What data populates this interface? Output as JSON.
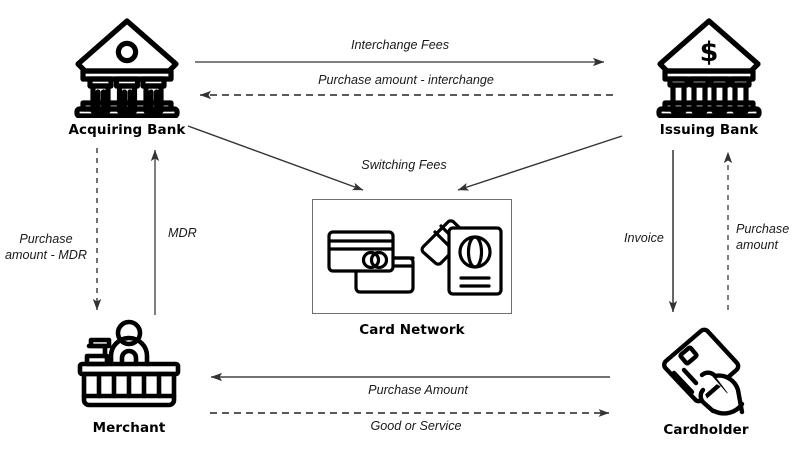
{
  "diagram": {
    "title": "Payment transaction flow between acquiring bank, issuing bank, card network, merchant and cardholder",
    "background_color": "#ffffff",
    "line_color": "#333333",
    "box_border_color": "#6f6f6f",
    "text_color": "#000000"
  },
  "nodes": {
    "acquiring_bank": {
      "label": "Acquiring Bank",
      "icon": "bank-columns-icon"
    },
    "issuing_bank": {
      "label": "Issuing Bank",
      "icon": "bank-dollar-icon"
    },
    "card_network": {
      "label": "Card Network",
      "icon": "credit-cards-icon"
    },
    "merchant": {
      "label": "Merchant",
      "icon": "merchant-counter-icon"
    },
    "cardholder": {
      "label": "Cardholder",
      "icon": "hand-holding-card-icon"
    }
  },
  "edges": {
    "interchange_fees": {
      "label": "Interchange Fees",
      "style": "solid",
      "direction": "acquiring-bank-to-issuing-bank"
    },
    "purchase_minus_interchange": {
      "label": "Purchase amount - interchange",
      "style": "dashed",
      "direction": "issuing-bank-to-acquiring-bank"
    },
    "switching_fees": {
      "label": "Switching Fees",
      "style": "solid",
      "direction": "banks-to-card-network"
    },
    "purchase_amount_minus_mdr": {
      "label": "Purchase\namount - MDR",
      "line1": "Purchase",
      "line2": "amount - MDR",
      "style": "dashed",
      "direction": "acquiring-bank-to-merchant"
    },
    "mdr": {
      "label": "MDR",
      "style": "solid",
      "direction": "merchant-to-acquiring-bank"
    },
    "invoice": {
      "label": "Invoice",
      "style": "solid",
      "direction": "issuing-bank-to-cardholder"
    },
    "purchase_amount_right": {
      "line1": "Purchase",
      "line2": "amount",
      "label": "Purchase amount",
      "style": "dashed",
      "direction": "cardholder-to-issuing-bank"
    },
    "purchase_amount_bottom": {
      "label": "Purchase Amount",
      "style": "solid",
      "direction": "cardholder-to-merchant"
    },
    "good_or_service": {
      "label": "Good or Service",
      "style": "dashed",
      "direction": "merchant-to-cardholder"
    }
  }
}
